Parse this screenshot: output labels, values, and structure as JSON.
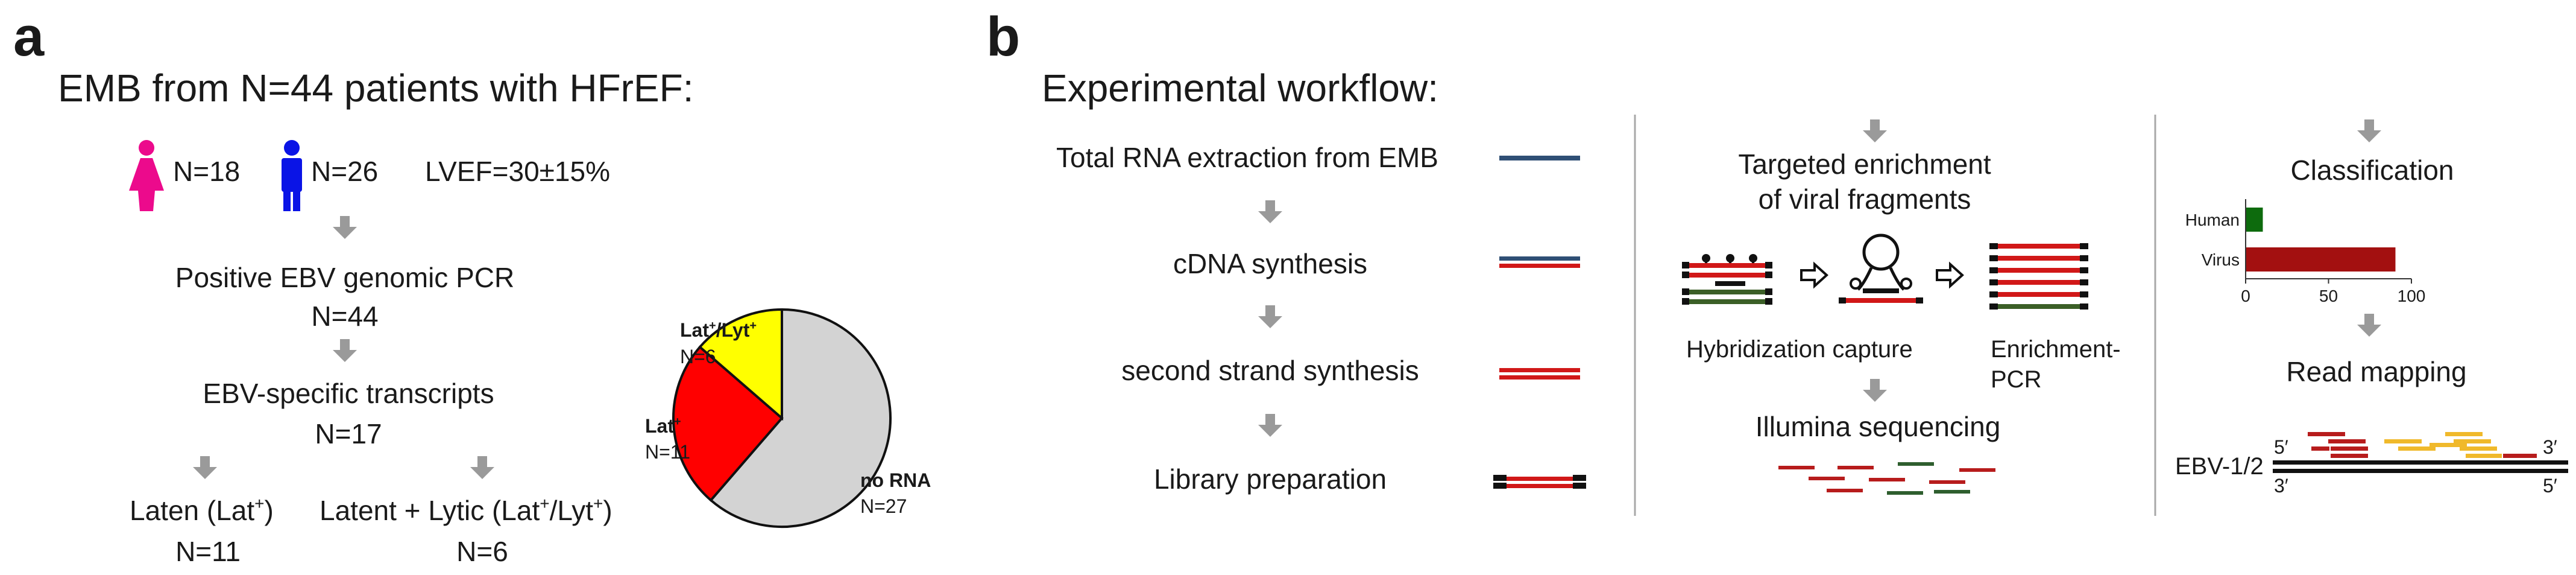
{
  "colors": {
    "female": "#ec0a8c",
    "male": "#0a14e6",
    "arrow": "#9a9a9a",
    "rna_blue": "#2f4f75",
    "rna_red": "#d11818",
    "adapter": "#111111",
    "bait_green": "#3b5f27",
    "pie_gray": "#d3d3d3",
    "pie_red": "#ff0000",
    "pie_yellow": "#ffff00",
    "bar_human": "#0d6b0d",
    "bar_virus": "#a31010",
    "read_red": "#b71c1c",
    "read_green": "#2e5e2e",
    "read_yellow": "#f0b92b",
    "divider": "#a8a8a8"
  },
  "panel_a": {
    "letter": "a",
    "title": "EMB from N=44 patients with HFrEF:",
    "female_count": "N=18",
    "male_count": "N=26",
    "lvef": "LVEF=30±15%",
    "step1_label": "Positive EBV genomic PCR",
    "step1_n": "N=44",
    "step2_label": "EBV-specific transcripts",
    "step2_n": "N=17",
    "latent_label_main": "Laten (Lat",
    "latent_sup": "+",
    "latent_label_end": ")",
    "latent_n": "N=11",
    "lytic_label_main": "Latent + Lytic (Lat",
    "lytic_sup1": "+",
    "lytic_mid": "/Lyt",
    "lytic_sup2": "+",
    "lytic_label_end": ")",
    "lytic_n": "N=6",
    "icons": {
      "female": "female-person-icon",
      "male": "male-person-icon"
    }
  },
  "chart_data": {
    "type": "pie",
    "slices": [
      {
        "label": "no RNA",
        "n_label": "N=27",
        "value": 27
      },
      {
        "label": "Lat+",
        "n_label": "N=11",
        "value": 11
      },
      {
        "label": "Lat+/Lyt+",
        "n_label": "N=6",
        "value": 6
      }
    ],
    "slice_labels": {
      "norna": "no RNA",
      "lat_main": "Lat",
      "lat_sup": "+",
      "latlyt_main1": "Lat",
      "latlyt_sup1": "+",
      "latlyt_main2": "/Lyt",
      "latlyt_sup2": "+"
    }
  },
  "panel_b": {
    "letter": "b",
    "title": "Experimental workflow:",
    "steps": [
      "Total RNA extraction from EMB",
      "cDNA synthesis",
      "second strand synthesis",
      "Library preparation"
    ],
    "enrichment_title_line1": "Targeted enrichment",
    "enrichment_title_line2": "of viral fragments",
    "hybridization_label": "Hybridization capture",
    "enrichment_pcr_line1": "Enrichment-",
    "enrichment_pcr_line2": "PCR",
    "sequencing_label": "Illumina sequencing",
    "classification_title": "Classification",
    "read_mapping_title": "Read mapping",
    "ebv_label": "EBV-1/2",
    "five_prime": "5′",
    "three_prime": "3′",
    "icons": {
      "capture": "capture-bead-icon",
      "next": "open-arrow-icon"
    }
  },
  "classification_chart": {
    "type": "bar",
    "orientation": "horizontal",
    "categories": [
      "Human",
      "Virus"
    ],
    "values": [
      10,
      90
    ],
    "xticks": [
      "0",
      "50",
      "100"
    ],
    "xlim": [
      0,
      100
    ]
  }
}
